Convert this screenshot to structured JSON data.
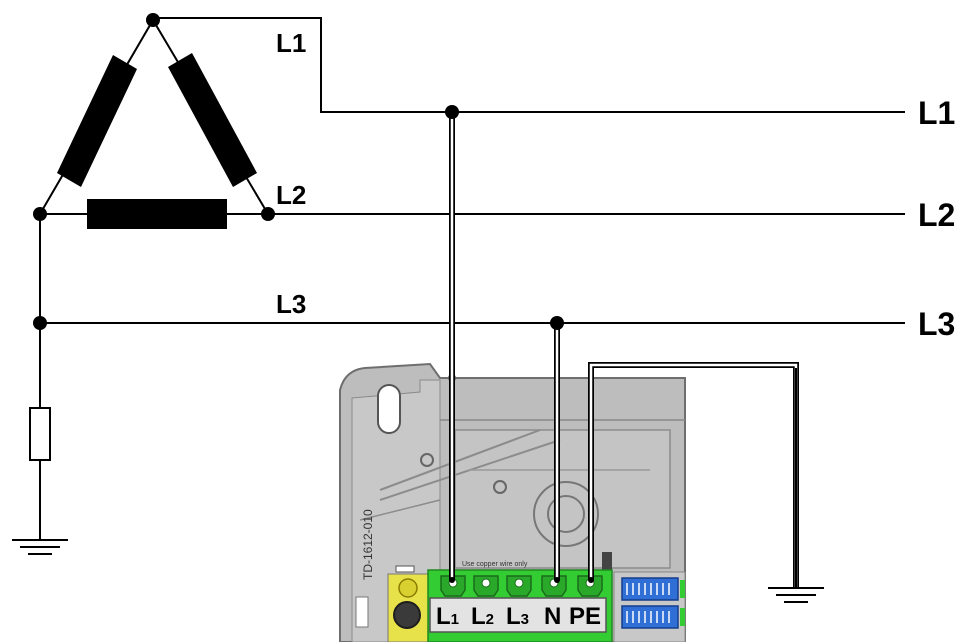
{
  "labels": {
    "l1_corner": "L1",
    "l2_corner": "L2",
    "l3_corner": "L3",
    "l1_right": "L1",
    "l2_right": "L2",
    "l3_right": "L3"
  },
  "device": {
    "part_number": "TD-1612-010",
    "wire_note": "Use copper wire only",
    "term_l1": "L",
    "term_l1_sub": "1",
    "term_l2": "L",
    "term_l2_sub": "2",
    "term_l3": "L",
    "term_l3_sub": "3",
    "term_n": "N",
    "term_pe": "PE"
  },
  "colors": {
    "wire": "#000000",
    "housing": "#b9b9b9",
    "terminal_block": "#33cc33",
    "connector_blue": "#2f6fd6"
  }
}
